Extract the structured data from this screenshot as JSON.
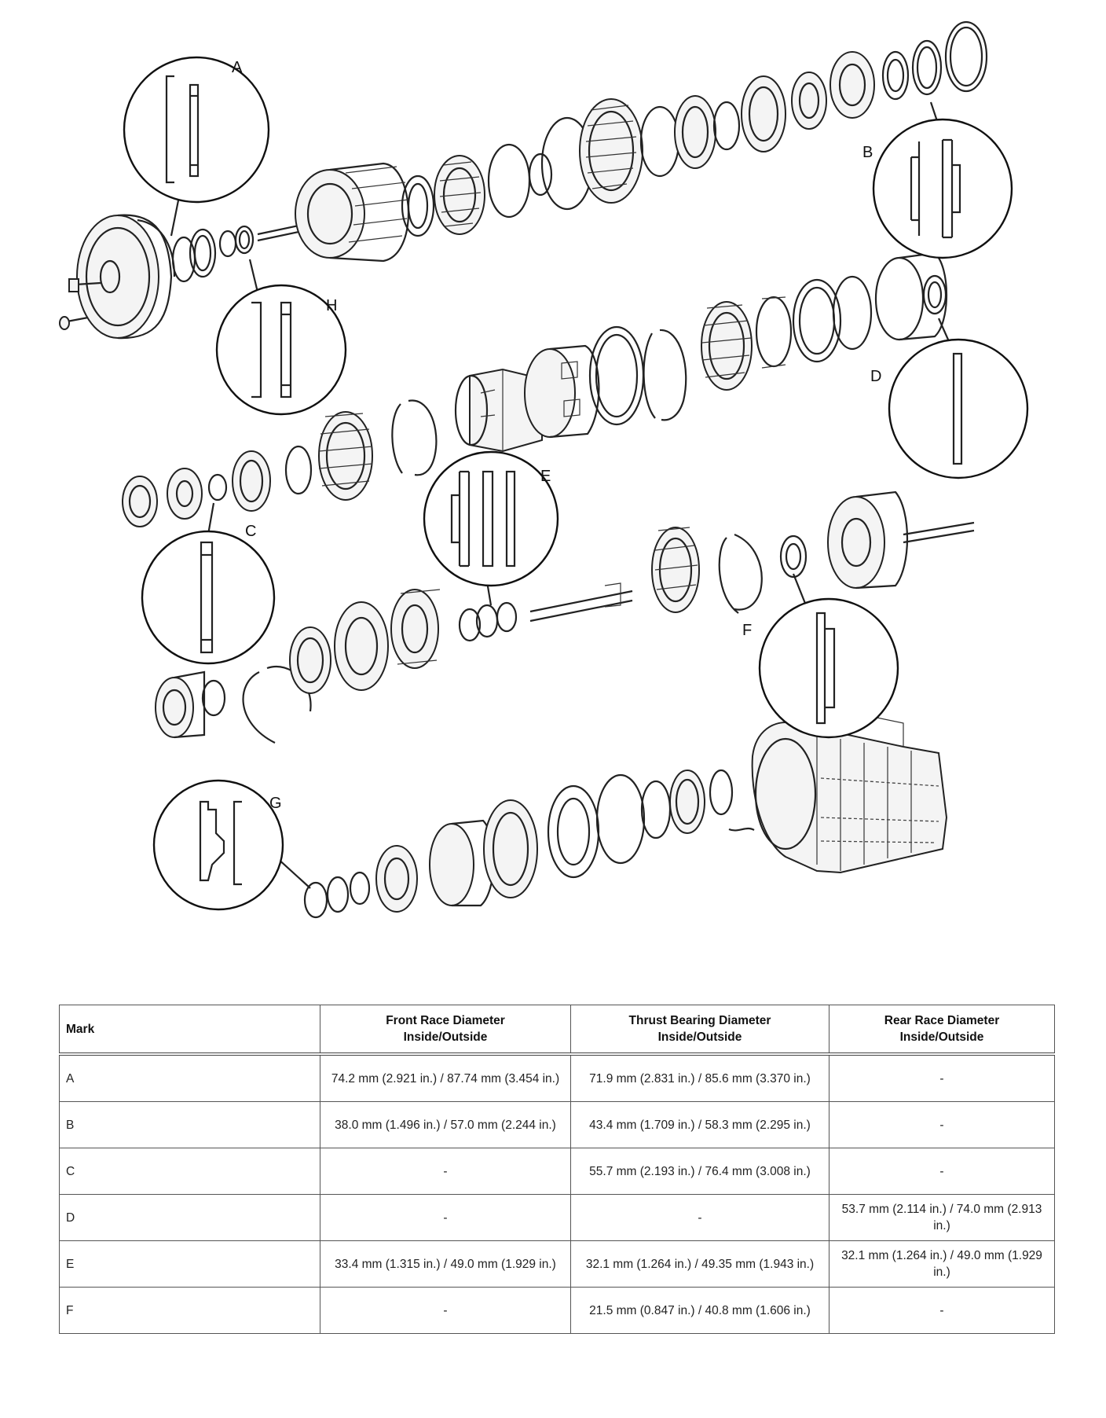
{
  "callouts": [
    "A",
    "B",
    "C",
    "D",
    "E",
    "F",
    "G",
    "H"
  ],
  "table": {
    "headers": [
      "Mark",
      "Front Race Diameter\nInside/Outside",
      "Thrust Bearing Diameter\nInside/Outside",
      "Rear Race Diameter\nInside/Outside"
    ],
    "rows": [
      [
        "A",
        "74.2 mm (2.921 in.) / 87.74 mm (3.454 in.)",
        "71.9 mm (2.831 in.) / 85.6 mm (3.370 in.)",
        "-"
      ],
      [
        "B",
        "38.0 mm (1.496 in.) / 57.0 mm (2.244 in.)",
        "43.4 mm (1.709 in.) / 58.3 mm (2.295 in.)",
        "-"
      ],
      [
        "C",
        "-",
        "55.7 mm (2.193 in.) / 76.4 mm (3.008 in.)",
        "-"
      ],
      [
        "D",
        "-",
        "-",
        "53.7 mm (2.114 in.) / 74.0 mm (2.913 in.)"
      ],
      [
        "E",
        "33.4 mm (1.315 in.) / 49.0 mm (1.929 in.)",
        "32.1 mm (1.264 in.) / 49.35 mm (1.943 in.)",
        "32.1 mm (1.264 in.) / 49.0 mm (1.929 in.)"
      ],
      [
        "F",
        "-",
        "21.5 mm (0.847 in.) / 40.8 mm (1.606 in.)",
        "-"
      ]
    ]
  }
}
